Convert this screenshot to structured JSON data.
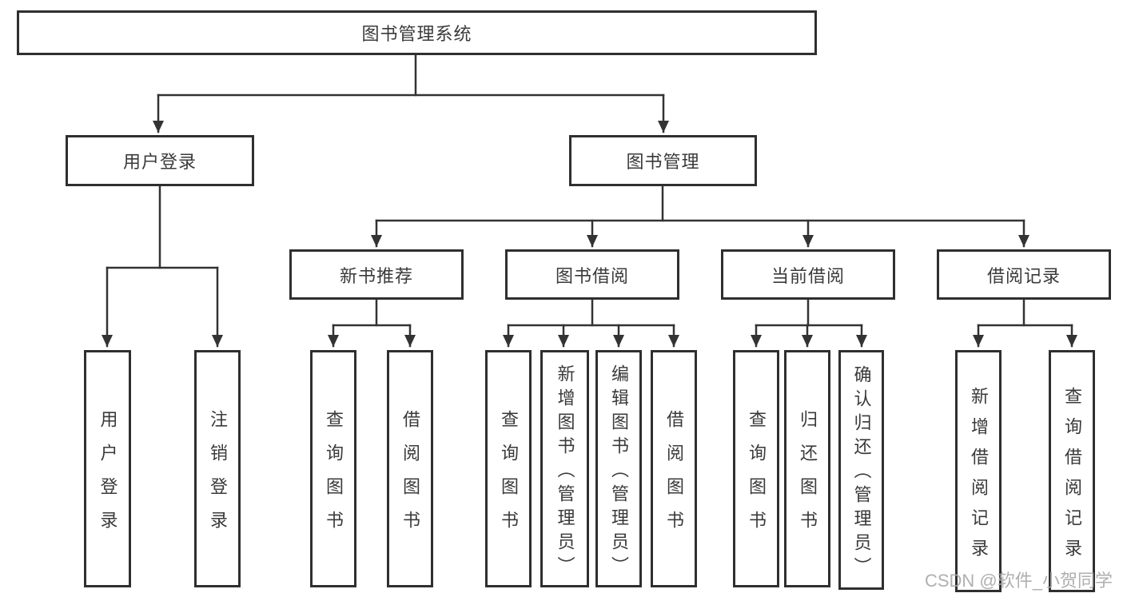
{
  "diagram": {
    "title": "图书管理系统",
    "watermark": "CSDN @软件_小贺同学",
    "type": "hierarchy-tree"
  },
  "colors": {
    "line": "#333333",
    "border": "#2f2f2f",
    "text": "#3a3a3a",
    "watermark": "#a9a9a9",
    "background": "#ffffff"
  },
  "nodes": {
    "root": {
      "label": "图书管理系统"
    },
    "user_login": {
      "label": "用户登录"
    },
    "book_mgmt": {
      "label": "图书管理"
    },
    "login": {
      "label": "用户登录"
    },
    "logout": {
      "label": "注销登录"
    },
    "new_rec": {
      "label": "新书推荐"
    },
    "book_borrow": {
      "label": "图书借阅"
    },
    "current_borrow": {
      "label": "当前借阅"
    },
    "borrow_records": {
      "label": "借阅记录"
    },
    "nb_query": {
      "label": "查询图书"
    },
    "nb_borrow": {
      "label": "借阅图书"
    },
    "bb_query": {
      "label": "查询图书"
    },
    "bb_add": {
      "label": "新增图书（管理员）"
    },
    "bb_edit": {
      "label": "编辑图书（管理员）"
    },
    "bb_borrow": {
      "label": "借阅图书"
    },
    "cb_query": {
      "label": "查询图书"
    },
    "cb_return": {
      "label": "归还图书"
    },
    "cb_confirm": {
      "label": "确认归还（管理员）"
    },
    "br_add": {
      "label": "新增借阅记录"
    },
    "br_query": {
      "label": "查询借阅记录"
    }
  },
  "hierarchy": {
    "root": [
      "user_login",
      "book_mgmt"
    ],
    "user_login": [
      "login",
      "logout"
    ],
    "book_mgmt": [
      "new_rec",
      "book_borrow",
      "current_borrow",
      "borrow_records"
    ],
    "new_rec": [
      "nb_query",
      "nb_borrow"
    ],
    "book_borrow": [
      "bb_query",
      "bb_add",
      "bb_edit",
      "bb_borrow"
    ],
    "current_borrow": [
      "cb_query",
      "cb_return",
      "cb_confirm"
    ],
    "borrow_records": [
      "br_add",
      "br_query"
    ]
  }
}
